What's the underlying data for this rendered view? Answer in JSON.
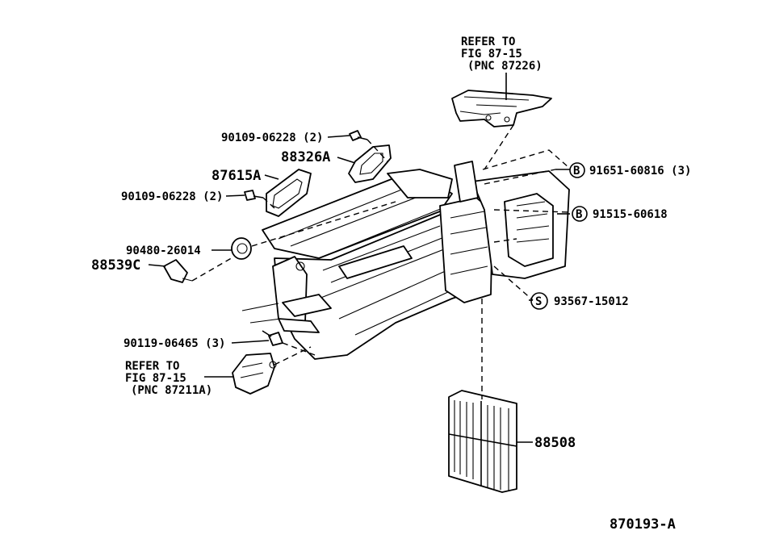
{
  "figure_code": "870193-A",
  "refer_top": {
    "line1": "REFER TO",
    "line2": "FIG 87-15",
    "line3": "(PNC 87226)"
  },
  "refer_bottom": {
    "line1": "REFER TO",
    "line2": "FIG 87-15",
    "line3": "(PNC 87211A)"
  },
  "parts": {
    "p1": "90109-06228 (2)",
    "p2": "88326A",
    "p3": "87615A",
    "p4": "90109-06228 (2)",
    "p5": "90480-26014",
    "p6": "88539C",
    "p7": "90119-06465 (3)",
    "p8": "91651-60816 (3)",
    "p9": "91515-60618",
    "p10": "93567-15012",
    "p11": "88508"
  },
  "markers": {
    "b1": "B",
    "b2": "B",
    "s1": "S"
  }
}
